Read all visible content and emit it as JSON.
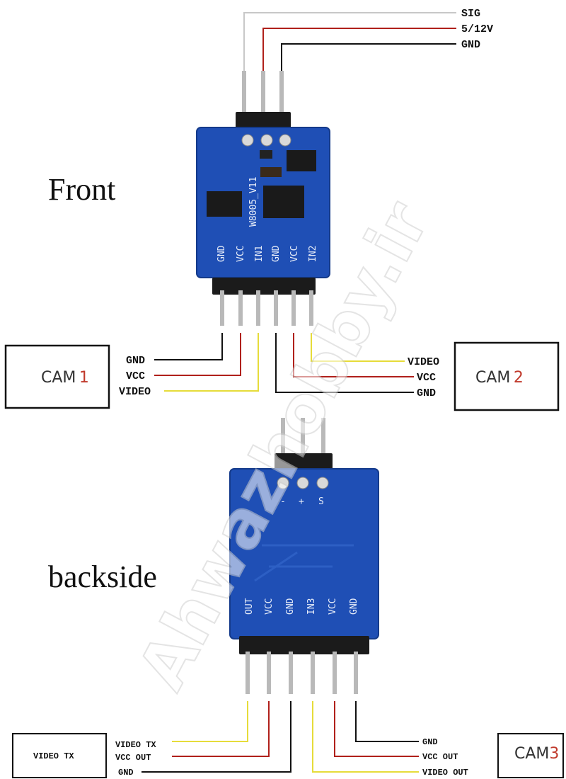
{
  "front": {
    "title": "Front",
    "top_wires": [
      "SIG",
      "5/12V",
      "GND"
    ],
    "chip_label": "W8005_V11",
    "pin_labels": [
      "GND",
      "VCC",
      "IN1",
      "GND",
      "VCC",
      "IN2"
    ],
    "cam1": {
      "label": "CAM",
      "number": "1",
      "wires": [
        "GND",
        "VCC",
        "VIDEO"
      ]
    },
    "cam2": {
      "label": "CAM",
      "number": "2",
      "wires": [
        "VIDEO",
        "VCC",
        "GND"
      ]
    }
  },
  "back": {
    "title": "backside",
    "top_pads": [
      "-",
      "+",
      "S"
    ],
    "pin_labels": [
      "OUT",
      "VCC",
      "GND",
      "IN3",
      "VCC",
      "GND"
    ],
    "video_tx": {
      "label": "VIDEO TX",
      "wires": [
        "VIDEO TX",
        "VCC OUT",
        "GND"
      ]
    },
    "cam3": {
      "label": "CAM",
      "number": "3",
      "wires": [
        "GND",
        "VCC OUT",
        "VIDEO OUT"
      ]
    }
  },
  "watermark": "Ahwazhobby.ir",
  "colors": {
    "pcb": "#1f4fb5",
    "wire_signal": "#e6dc3a",
    "wire_power": "#b0201b",
    "wire_ground": "#111111",
    "wire_sig_top": "#cccccc",
    "cam_number": "#c0392b"
  }
}
